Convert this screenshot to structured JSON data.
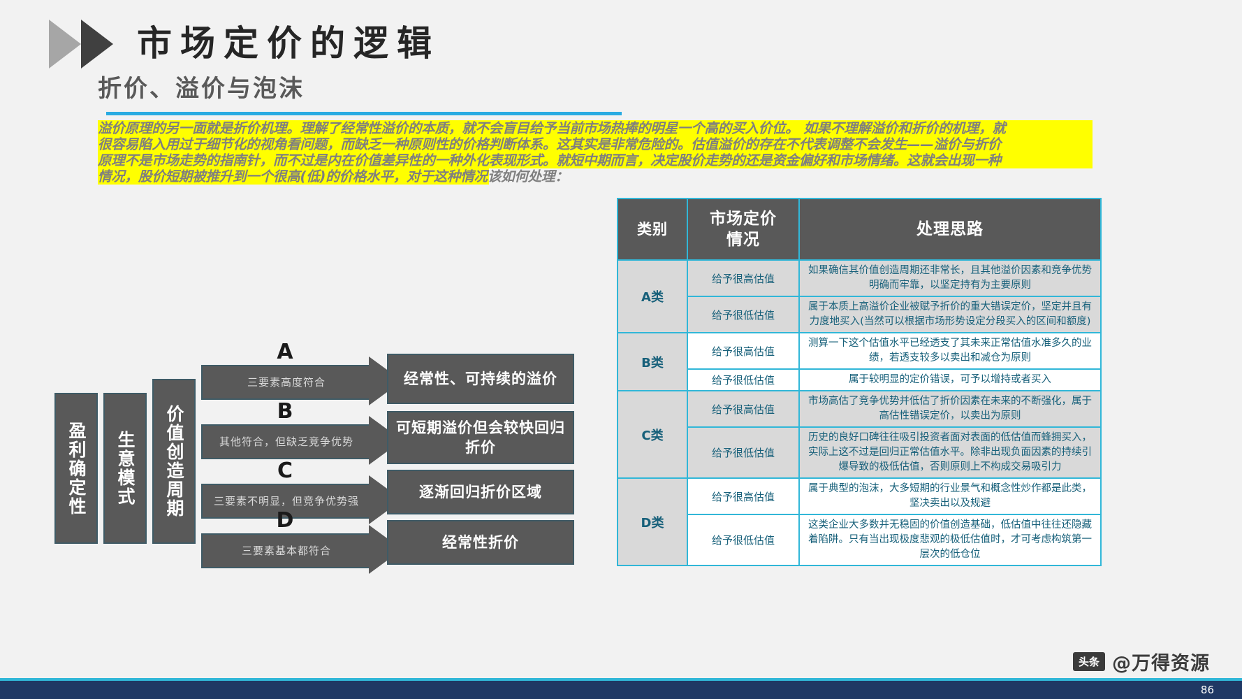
{
  "header": {
    "title": "市场定价的逻辑",
    "subtitle": "折价、溢价与泡沫"
  },
  "paragraph": {
    "line1": "溢价原理的另一面就是折价机理。理解了经常性溢价的本质，就不会盲目给予当前市场热捧的明星一个高的买入价位。 如果不理解溢价和折价的机理，就",
    "line2": "很容易陷入用过于细节化的视角看问题，而缺乏一种原则性的价格判断体系。这其实是非常危险的。估值溢价的存在不代表调整不会发生——溢价与折价",
    "line3": "原理不是市场走势的指南针，而不过是内在价值差异性的一种外化表现形式。就短中期而言，决定股价走势的还是资金偏好和市场情绪。这就会出现一种",
    "line4": "情况，股价短期被推升到一个很高(低)的价格水平，对于这种情况该如何处理："
  },
  "diagram": {
    "factors": [
      "盈利确定性",
      "生意模式",
      "价值创造周期"
    ],
    "branches": [
      {
        "letter": "A",
        "condition": "三要素高度符合",
        "result": "经常性、可持续的溢价"
      },
      {
        "letter": "B",
        "condition": "其他符合，但缺乏竞争优势",
        "result": "可短期溢价但会较快回归折价"
      },
      {
        "letter": "C",
        "condition": "三要素不明显，但竞争优势强",
        "result": "逐渐回归折价区域"
      },
      {
        "letter": "D",
        "condition": "三要素基本都符合",
        "result": "经常性折价"
      }
    ]
  },
  "table": {
    "headers": [
      "类别",
      "市场定价\n情况",
      "处理思路"
    ],
    "header_col0": "类别",
    "header_col1_line1": "市场定价",
    "header_col1_line2": "情况",
    "header_col2": "处理思路",
    "rows": [
      {
        "category": "A类",
        "items": [
          {
            "situation": "给予很高估值",
            "idea": "如果确信其价值创造周期还非常长，且其他溢价因素和竞争优势明确而牢靠，以坚定持有为主要原则",
            "shade": true
          },
          {
            "situation": "给予很低估值",
            "idea": "属于本质上高溢价企业被赋予折价的重大错误定价，坚定并且有力度地买入(当然可以根据市场形势设定分段买入的区间和额度)",
            "shade": true
          }
        ]
      },
      {
        "category": "B类",
        "items": [
          {
            "situation": "给予很高估值",
            "idea": "测算一下这个估值水平已经透支了其未来正常估值水准多久的业绩，若透支较多以卖出和减仓为原则",
            "shade": false
          },
          {
            "situation": "给予很低估值",
            "idea": "属于较明显的定价错误，可予以增持或者买入",
            "shade": false
          }
        ]
      },
      {
        "category": "C类",
        "items": [
          {
            "situation": "给予很高估值",
            "idea": "市场高估了竞争优势并低估了折价因素在未来的不断强化，属于高估性错误定价，以卖出为原则",
            "shade": true
          },
          {
            "situation": "给予很低估值",
            "idea": "历史的良好口碑往往吸引投资者面对表面的低估值而蜂拥买入，实际上这不过是回归正常估值水平。除非出现负面因素的持续引爆导致的极低估值，否则原则上不构成交易吸引力",
            "shade": true
          }
        ]
      },
      {
        "category": "D类",
        "items": [
          {
            "situation": "给予很高估值",
            "idea": "属于典型的泡沫，大多短期的行业景气和概念性炒作都是此类，坚决卖出以及规避",
            "shade": false
          },
          {
            "situation": "给予很低估值",
            "idea": "这类企业大多数并无稳固的价值创造基础，低估值中往往还隐藏着陷阱。只有当出现极度悲观的极低估值时，才可考虑构筑第一层次的低仓位",
            "shade": false
          }
        ]
      }
    ]
  },
  "footer": {
    "page_number": "86",
    "watermark_badge": "头条",
    "watermark_text": "@万得资源"
  },
  "colors": {
    "accent_blue": "#31b7d8",
    "rule_blue": "#29abe2",
    "highlight_yellow": "#ffff00",
    "box_gray": "#595959",
    "footer_navy": "#1f3864",
    "table_text": "#17607a"
  }
}
